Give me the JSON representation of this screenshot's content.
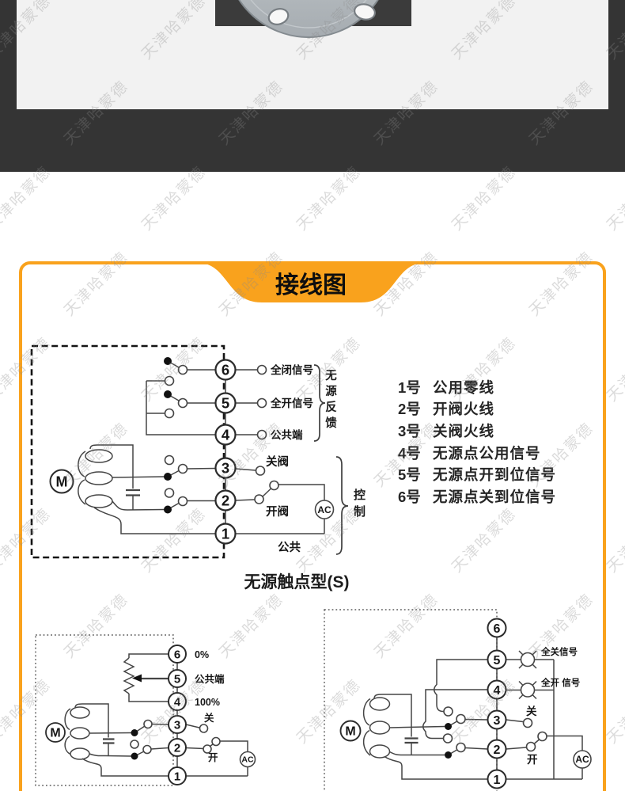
{
  "watermark": {
    "text": "天津哈蒙德"
  },
  "section_title": {
    "label": "接线图"
  },
  "main_diagram": {
    "terminals": [
      "6",
      "5",
      "4",
      "3",
      "2",
      "1"
    ],
    "motor_label": "M",
    "ac_label": "AC",
    "full_close_signal": "全闭信号",
    "full_open_signal": "全开信号",
    "common_terminal": "公共端",
    "close_valve": "关阀",
    "open_valve": "开阀",
    "common": "公共",
    "passive_feedback": "无源反馈",
    "control": "控制"
  },
  "terminal_list": {
    "items": [
      {
        "num": "1号",
        "desc": "公用零线"
      },
      {
        "num": "2号",
        "desc": "开阀火线"
      },
      {
        "num": "3号",
        "desc": "关阀火线"
      },
      {
        "num": "4号",
        "desc": "无源点公用信号"
      },
      {
        "num": "5号",
        "desc": "无源点开到位信号"
      },
      {
        "num": "6号",
        "desc": "无源点关到位信号"
      }
    ]
  },
  "caption": "无源触点型(S)",
  "bottom_left_diagram": {
    "terminals": [
      "6",
      "5",
      "4",
      "3",
      "2",
      "1"
    ],
    "motor_label": "M",
    "ac_label": "AC",
    "zero_percent": "0%",
    "common_terminal": "公共端",
    "hundred_percent": "100%",
    "close": "关",
    "open": "开"
  },
  "bottom_right_diagram": {
    "terminals": [
      "6",
      "5",
      "4",
      "3",
      "2",
      "1"
    ],
    "motor_label": "M",
    "ac_label": "AC",
    "full_close_signal": "全关信号",
    "full_open_signal": "全开 信号",
    "close": "关",
    "open": "开"
  }
}
